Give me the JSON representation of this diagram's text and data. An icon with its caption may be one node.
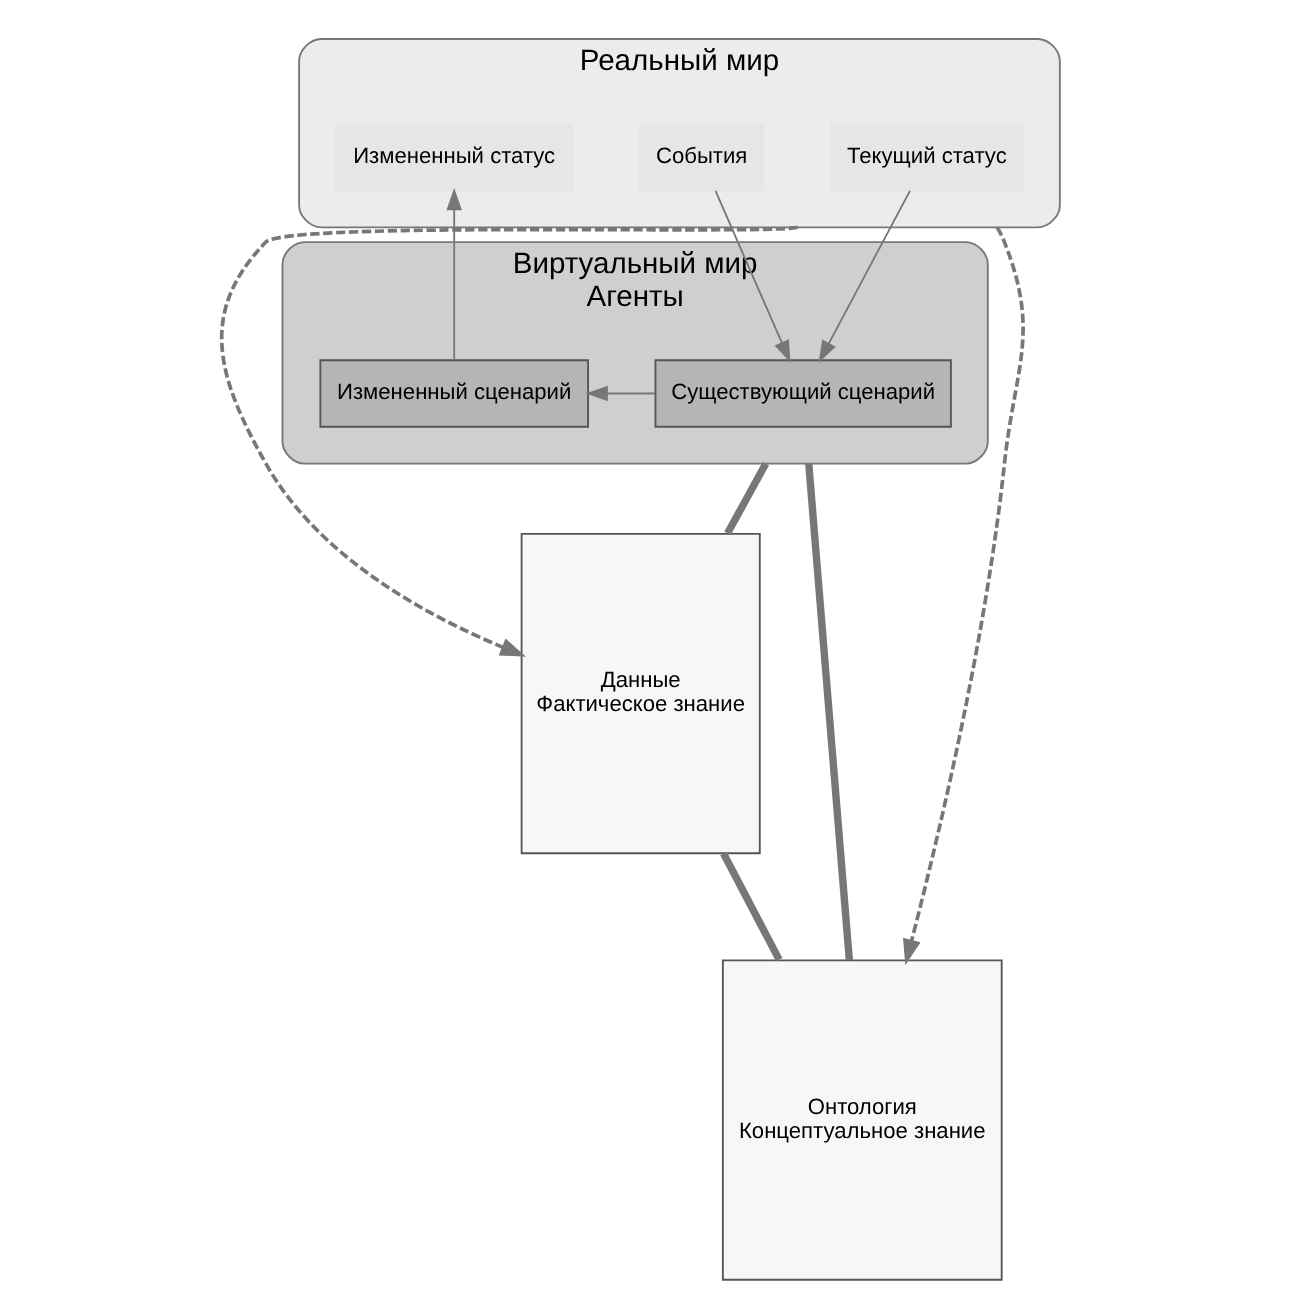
{
  "diagram": {
    "nodes": [
      {
        "text": [
          "Реальный мир"
        ]
      },
      {
        "text": [
          "Текущий статус"
        ],
        "in": 0
      },
      {
        "text": [
          "События"
        ],
        "in": 0
      },
      {
        "text": [
          "Измененный статус"
        ],
        "in": 0
      },
      {
        "text": [
          "Виртуальный мир",
          "Агенты"
        ]
      },
      {
        "text": [
          "Существующий сценарий"
        ],
        "in": 4
      },
      {
        "text": [
          "Измененный сценарий"
        ],
        "in": 4
      },
      {
        "text": [
          "Данные",
          "Фактическое знание"
        ]
      },
      {
        "text": [
          "Онтология",
          "Концептуальное знание"
        ]
      }
    ],
    "edges": [
      {
        "from": 0,
        "to": 7,
        "arrow": "to",
        "style": "dashed"
      },
      {
        "from": 0,
        "to": 8,
        "arrow": "to",
        "style": "dashed"
      },
      {
        "from": 1,
        "to": 5,
        "arrow": "to"
      },
      {
        "from": 2,
        "to": 5,
        "arrow": "to"
      },
      {
        "from": 5,
        "to": 6,
        "arrow": "to"
      },
      {
        "from": 6,
        "to": 3,
        "arrow": "to"
      },
      {
        "from": 4,
        "to": 7,
        "arrow": "none",
        "style": "thick"
      },
      {
        "from": 4,
        "to": 8,
        "arrow": "none",
        "style": "thick"
      },
      {
        "from": 7,
        "to": 8,
        "arrow": "none",
        "style": "thick"
      }
    ]
  }
}
